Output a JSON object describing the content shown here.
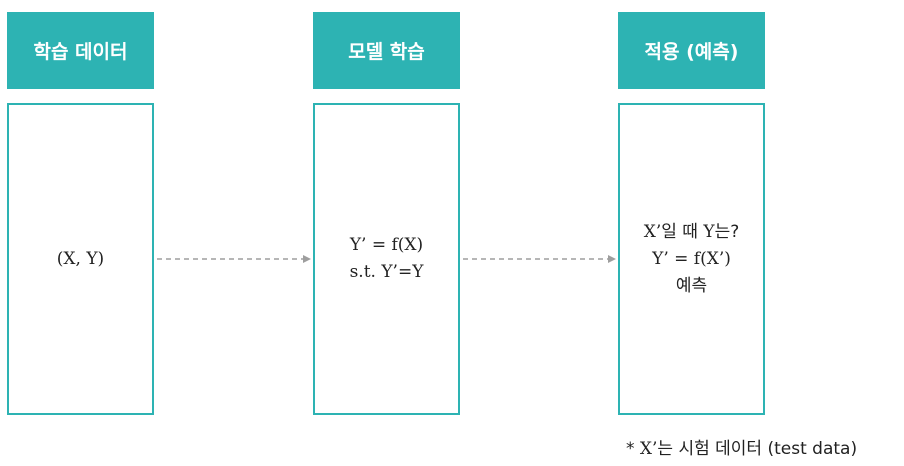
{
  "colors": {
    "accent": "#2db3b3",
    "arrow": "#9e9e9e",
    "text": "#222222"
  },
  "columns": [
    {
      "header": "학습 데이터",
      "lines": [
        "(X, Y)"
      ]
    },
    {
      "header": "모델 학습",
      "lines": [
        "Y’ = f(X)",
        "s.t. Y’=Y"
      ]
    },
    {
      "header": "적용 (예측)",
      "line1_prefix": "X’",
      "line1_mid": "일 때 ",
      "line1_y": "Y",
      "line1_suffix": "는?",
      "line2": "Y’ = f(X’)",
      "line3": "예측"
    }
  ],
  "footnote": {
    "prefix": "* ",
    "x": "X’",
    "rest": "는 시험 데이터 (test data)"
  }
}
